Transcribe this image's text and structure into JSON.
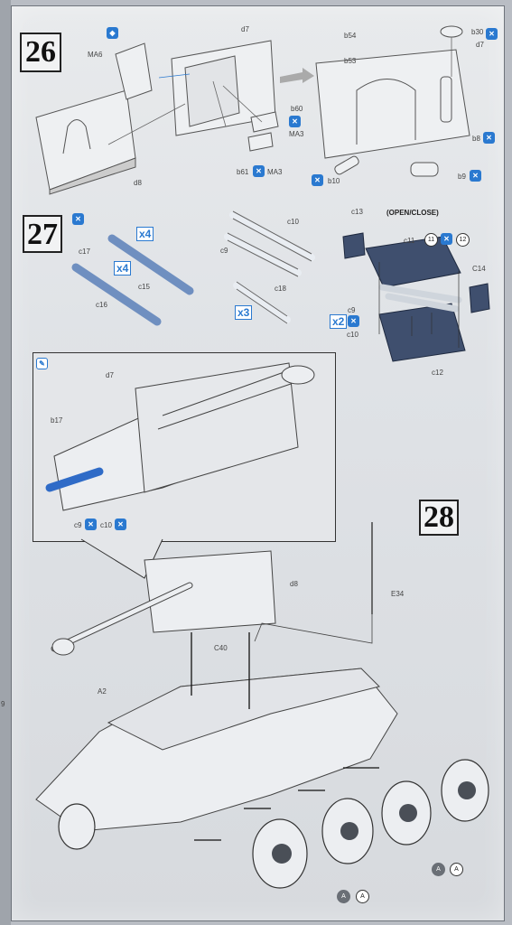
{
  "steps": {
    "s26": {
      "number": "26"
    },
    "s27": {
      "number": "27"
    },
    "s28": {
      "number": "28"
    }
  },
  "step26": {
    "labels": {
      "ma6": "MA6",
      "d7a": "d7",
      "d8": "d8",
      "b54": "b54",
      "b53": "b53",
      "b30": "b30",
      "d7b": "d7",
      "b60": "b60",
      "ma3a": "MA3",
      "b61": "b61",
      "ma3b": "MA3",
      "b10": "b10",
      "b8": "b8",
      "b9": "b9"
    }
  },
  "step27": {
    "labels": {
      "c17": "c17",
      "c15": "c15",
      "c16": "c16",
      "c10": "c10",
      "c9": "c9",
      "c18": "c18",
      "c13": "c13",
      "c11": "c11",
      "open_close": "(OPEN/CLOSE)",
      "c14": "C14",
      "c9b": "c9",
      "c10b": "c10",
      "c12": "c12"
    },
    "qty": {
      "x4a": "x4",
      "x4b": "x4",
      "x3": "x3",
      "x2": "x2"
    },
    "circles": {
      "n11": "11",
      "n12": "12"
    }
  },
  "step28": {
    "labels": {
      "d7": "d7",
      "b17": "b17",
      "c9": "c9",
      "c10": "c10",
      "d8": "d8",
      "e34": "E34",
      "c40": "C40",
      "a2": "A2"
    },
    "wheel_codes": {
      "a1": "A",
      "a2": "A",
      "a3": "A",
      "a4": "A"
    }
  },
  "colors": {
    "accent_blue": "#2a79d0",
    "part_blue": "#6f8fc0",
    "part_dark": "#3f4f6e"
  },
  "page_edge": {
    "margin_mark": "9"
  }
}
